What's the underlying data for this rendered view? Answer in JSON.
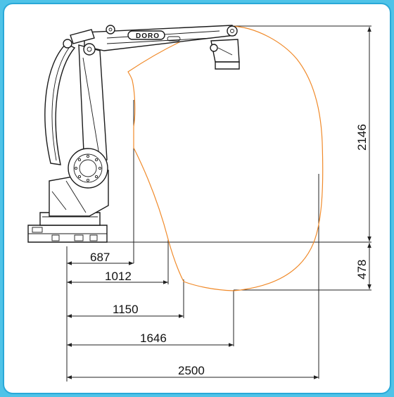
{
  "brand_label": "DORO",
  "colors": {
    "background": "#4fc3e8",
    "panel": "#ffffff",
    "border": "#2aa9d8",
    "workspace": "#f08a2a",
    "lines": "#222222"
  },
  "dimensions": {
    "reach_687": "687",
    "reach_1012": "1012",
    "reach_1150": "1150",
    "reach_1646": "1646",
    "reach_2500": "2500",
    "height_above": "2146",
    "height_below": "478"
  }
}
